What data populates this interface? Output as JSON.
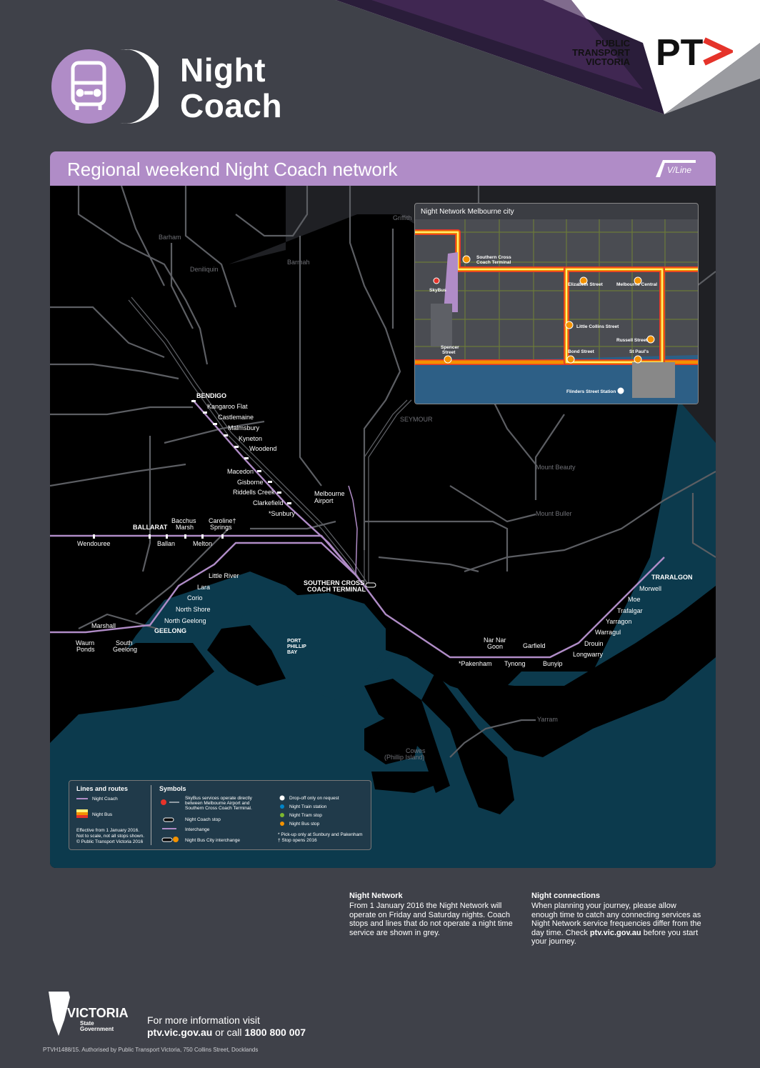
{
  "header": {
    "title_line1": "Night",
    "title_line2": "Coach",
    "ptv_line1": "PUBLIC",
    "ptv_line2": "TRANSPORT",
    "ptv_line3": "VICTORIA",
    "ptv_mark": "PT",
    "colors": {
      "accent": "#b08cc7",
      "background": "#3f4149",
      "ptv_red": "#e5332a"
    }
  },
  "map": {
    "banner_title": "Regional weekend Night Coach network",
    "vline_badge": "V/Line",
    "grey_places": [
      "Barham",
      "Deniliquin",
      "Barmah",
      "Griffith",
      "Mount Beauty",
      "Mount Buller",
      "Yarram"
    ],
    "cowes": "Cowes",
    "cowes_sub": "(Phillip Island)",
    "seymour": "SEYMOUR",
    "bay": [
      "PORT",
      "PHILLIP",
      "BAY"
    ],
    "stops": {
      "bendigo": "BENDIGO",
      "kangaroo_flat": "Kangaroo Flat",
      "castlemaine": "Castlemaine",
      "malmsbury": "Malmsbury",
      "kyneton": "Kyneton",
      "woodend": "Woodend",
      "macedon": "Macedon",
      "gisborne": "Gisborne",
      "riddells_creek": "Riddells Creek",
      "clarkefield": "Clarkefield",
      "sunbury": "*Sunbury",
      "melbourne_airport": [
        "Melbourne",
        "Airport"
      ],
      "ballarat": "BALLARAT",
      "bacchus_marsh": [
        "Bacchus",
        "Marsh"
      ],
      "caroline_springs": [
        "Caroline†",
        "Springs"
      ],
      "wendouree": "Wendouree",
      "ballan": "Ballan",
      "melton": "Melton",
      "southern_cross": [
        "SOUTHERN CROSS",
        "COACH TERMINAL"
      ],
      "little_river": "Little River",
      "lara": "Lara",
      "corio": "Corio",
      "north_shore": "North Shore",
      "north_geelong": "North Geelong",
      "geelong": "GEELONG",
      "marshall": "Marshall",
      "waurn_ponds": [
        "Waurn",
        "Ponds"
      ],
      "south_geelong": [
        "South",
        "Geelong"
      ],
      "traralgon": "TRARALGON",
      "morwell": "Morwell",
      "moe": "Moe",
      "trafalgar": "Trafalgar",
      "yarragon": "Yarragon",
      "warragul": "Warragul",
      "drouin": "Drouin",
      "longwarry": "Longwarry",
      "garfield": "Garfield",
      "nar_nar_goon": [
        "Nar Nar",
        "Goon"
      ],
      "pakenham": "*Pakenham",
      "tynong": "Tynong",
      "bunyip": "Bunyip"
    }
  },
  "inset": {
    "title": "Night Network Melbourne city",
    "stops": [
      "Southern Cross",
      "Coach Terminal",
      "SkyBus",
      "Elizabeth Street",
      "Melbourne Central",
      "Little Collins Street",
      "Russell Street",
      "Spencer",
      "Street",
      "Bond Street",
      "St Paul's",
      "Flinders Street Station"
    ]
  },
  "legend": {
    "lines_heading": "Lines and routes",
    "night_coach": "Night Coach",
    "night_bus": "Night Bus",
    "effective": [
      "Effective from 1 January 2016.",
      "Not to scale, not all stops shown.",
      "© Public Transport Victoria 2016"
    ],
    "symbols_heading": "Symbols",
    "skybus": [
      "SkyBus services operate directly",
      "between Melbourne Airport and",
      "Southern Cross Coach Terminal."
    ],
    "coach_stop": "Night Coach stop",
    "interchange": "Interchange",
    "bus_city_interchange": "Night Bus City interchange",
    "dropoff": "Drop-off only on request",
    "train_station": "Night Train station",
    "tram_stop": "Night Tram stop",
    "bus_stop": "Night Bus stop",
    "footnotes": [
      "* Pick-up only at Sunbury and Pakenham",
      "† Stop opens 2016"
    ]
  },
  "info": {
    "network_heading": "Night Network",
    "network_body": "From 1 January 2016 the Night Network will operate on Friday and Saturday nights. Coach stops and lines that do not operate a night time service are shown in grey.",
    "connections_heading": "Night connections",
    "connections_body_pre": "When planning your journey, please allow enough time to catch any connecting services as Night Network service frequencies differ from the day time. Check ",
    "connections_link": "ptv.vic.gov.au",
    "connections_body_post": " before you start your journey."
  },
  "footer": {
    "vic_word": "VICTORIA",
    "vic_sub1": "State",
    "vic_sub2": "Government",
    "more_info_line1": "For more information visit",
    "more_info_site": "ptv.vic.gov.au",
    "more_info_mid": " or call ",
    "more_info_phone": "1800 800 007",
    "authorised": "PTVH1488/15. Authorised by Public Transport Victoria, 750 Collins Street, Docklands"
  }
}
